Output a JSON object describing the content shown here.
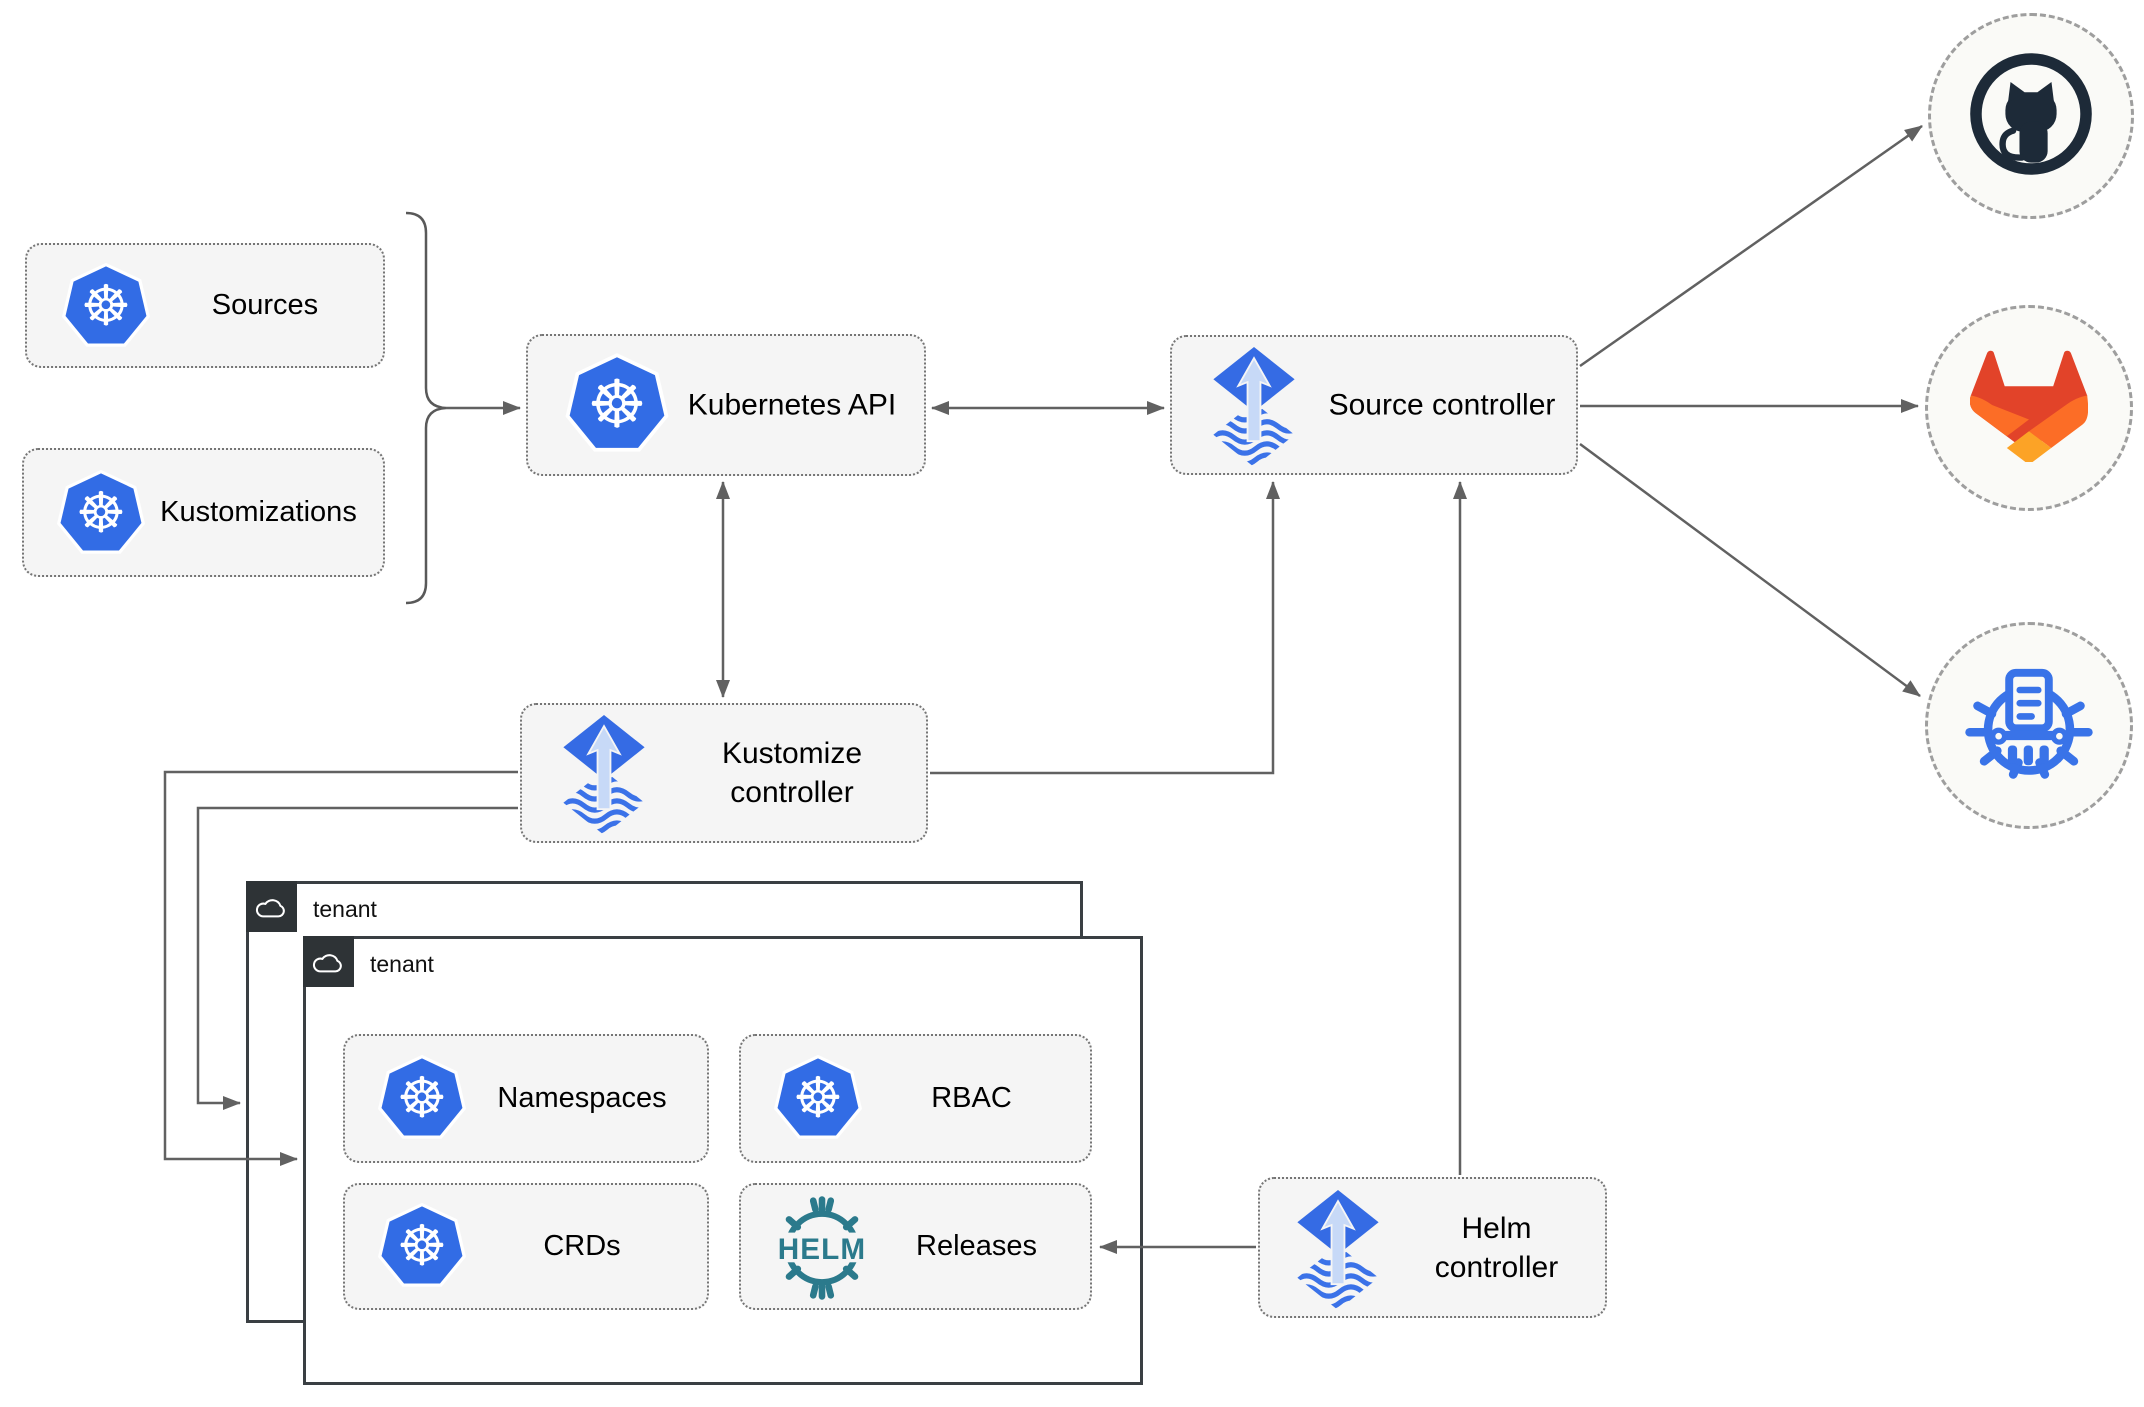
{
  "nodes": {
    "sources": "Sources",
    "kustomizations": "Kustomizations",
    "kubernetes_api": "Kubernetes API",
    "source_controller": "Source controller",
    "kustomize_controller": "Kustomize controller",
    "helm_controller": "Helm controller",
    "namespaces": "Namespaces",
    "rbac": "RBAC",
    "crds": "CRDs",
    "releases": "Releases"
  },
  "tenants": {
    "back": "tenant",
    "front": "tenant"
  },
  "icons": {
    "kubernetes": "kubernetes-wheel",
    "k8s_glyph": "☸",
    "flux": "flux-diamond-up-arrow",
    "helm": "helm-ship-wheel",
    "helm_wheel_text": "HELM",
    "github": "github-octocat",
    "gitlab": "gitlab-tanuki",
    "chartmuseum": "chartmuseum-wheel",
    "cloud": "cloud-outline"
  },
  "colors": {
    "node_fill": "#F5F5F5",
    "node_border": "#757575",
    "edge": "#616161",
    "kubernetes_blue": "#326CE5",
    "flux_blue": "#356BE4",
    "flux_wave_blue": "#3B72E8",
    "flux_arrow_light": "#C7D9F7",
    "helm_teal": "#2B7A8C",
    "github_dark": "#1D2A38",
    "gitlab_red": "#E24329",
    "gitlab_orange": "#FC6D26",
    "gitlab_yellow": "#FCA326",
    "chartmuseum_blue": "#3973E8",
    "tenant_border": "#3A3F43",
    "tenant_header": "#2E3336",
    "endpoint_fill": "#FAFAF7",
    "endpoint_border": "#9E9E9E"
  }
}
